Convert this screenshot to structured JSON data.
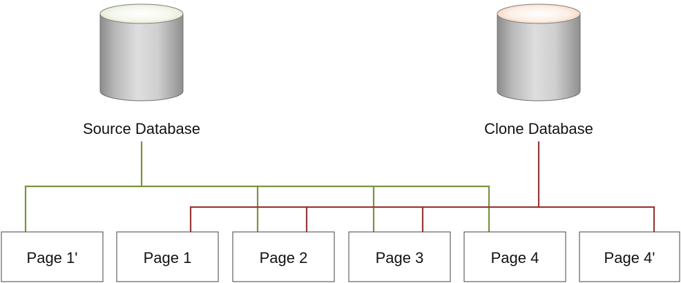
{
  "databases": {
    "source": {
      "label": "Source Database",
      "accent_color": "#77933c"
    },
    "clone": {
      "label": "Clone Database",
      "accent_color": "#953735"
    }
  },
  "pages": [
    {
      "label": "Page 1'"
    },
    {
      "label": "Page 1"
    },
    {
      "label": "Page 2"
    },
    {
      "label": "Page 3"
    },
    {
      "label": "Page 4"
    },
    {
      "label": "Page 4'"
    }
  ],
  "connections": {
    "source_to": [
      "Page 1'",
      "Page 2",
      "Page 3",
      "Page 4"
    ],
    "clone_to": [
      "Page 1",
      "Page 2",
      "Page 3",
      "Page 4'"
    ]
  }
}
